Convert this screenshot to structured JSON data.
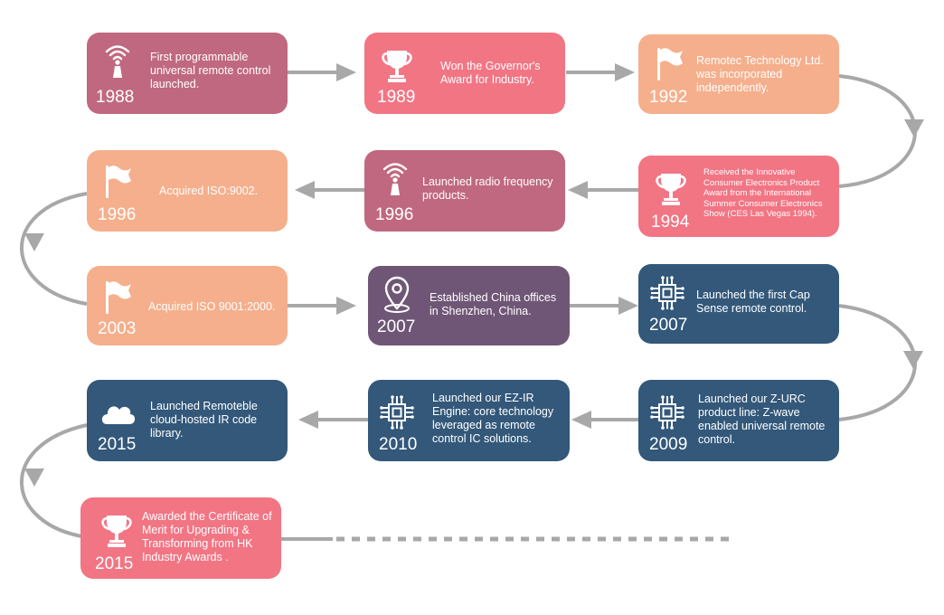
{
  "colors": {
    "rose": "#c0687f",
    "pink": "#f27584",
    "peach": "#f5af8c",
    "plum": "#6f5676",
    "navy": "#33587a",
    "connector": "#a8a8a8"
  },
  "milestones": [
    {
      "year": "1988",
      "text": "First programmable universal remote control launched.",
      "icon": "antenna-icon",
      "color": "rose"
    },
    {
      "year": "1989",
      "text": "Won the Governor's Award for Industry.",
      "icon": "trophy-icon",
      "color": "pink"
    },
    {
      "year": "1992",
      "text": "Remotec Technology Ltd. was incorporated independently.",
      "icon": "flag-icon",
      "color": "peach"
    },
    {
      "year": "1994",
      "text": "Received the Innovative Consumer Electronics Product Award from the International Summer Consumer Electronics Show (CES Las Vegas 1994).",
      "icon": "trophy-icon",
      "color": "pink"
    },
    {
      "year": "1996",
      "text": "Launched radio frequency products.",
      "icon": "antenna-icon",
      "color": "rose"
    },
    {
      "year": "1996",
      "text": "Acquired ISO:9002.",
      "icon": "flag-icon",
      "color": "peach"
    },
    {
      "year": "2003",
      "text": "Acquired ISO 9001:2000.",
      "icon": "flag-icon",
      "color": "peach"
    },
    {
      "year": "2007",
      "text": "Established China offices in Shenzhen, China.",
      "icon": "map-pin-icon",
      "color": "plum"
    },
    {
      "year": "2007",
      "text": "Launched the first Cap Sense remote control.",
      "icon": "chip-icon",
      "color": "navy"
    },
    {
      "year": "2009",
      "text": "Launched our Z-URC product line: Z-wave enabled universal remote control.",
      "icon": "chip-icon",
      "color": "navy"
    },
    {
      "year": "2010",
      "text": "Launched our EZ-IR Engine: core technology leveraged as remote control IC solutions.",
      "icon": "chip-icon",
      "color": "navy"
    },
    {
      "year": "2015",
      "text": "Launched Remoteble cloud-hosted IR code library.",
      "icon": "cloud-icon",
      "color": "navy"
    },
    {
      "year": "2015",
      "text": "Awarded the Certificate of Merit for Upgrading & Transforming from HK Industry Awards .",
      "icon": "trophy-icon",
      "color": "pink"
    }
  ]
}
